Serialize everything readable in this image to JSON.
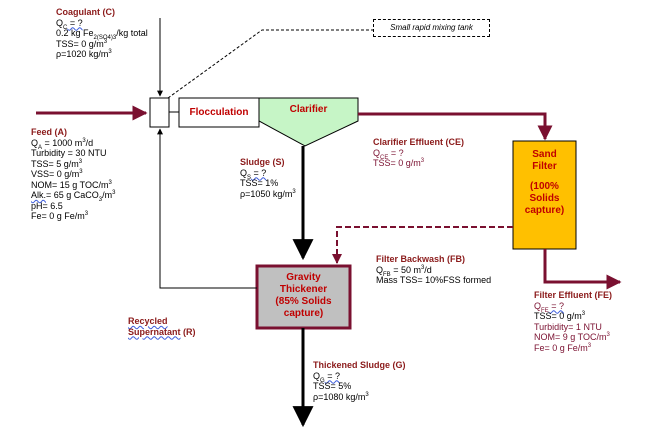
{
  "coagulant": {
    "title": "Coagulant (C)",
    "q": "Q",
    "q_sub": "C",
    "q_val": " = ?",
    "line2": "0.2 kg Fe",
    "line2_formula": "2(SO4)3",
    "line2_tail": "/kg total",
    "tss": "TSS= 0 g/m",
    "tss_sup": "3",
    "rho": "ρ=1020 kg/m",
    "rho_sup": "3"
  },
  "mixing_tank": {
    "label": "Small rapid mixing tank"
  },
  "flocculation": {
    "label": "Flocculation"
  },
  "clarifier": {
    "label": "Clarifier"
  },
  "feed": {
    "title": "Feed (A)",
    "q": "Q",
    "q_sub": "A",
    "q_val": " = 1000 m",
    "q_sup": "3",
    "q_tail": "/d",
    "turbidity": "Turbidity = 30 NTU",
    "tss": "TSS= 5 g/m",
    "tss_sup": "3",
    "vss": "VSS= 0 g/m",
    "vss_sup": "3",
    "nom": "NOM= 15 g TOC/m",
    "nom_sup": "3",
    "alk": "Alk.",
    "alk_tail": "= 65 g CaCO",
    "alk_sub": "3",
    "alk_end": "/m",
    "alk_sup": "3",
    "ph": "pH= 6.5",
    "fe": "Fe= 0 g Fe/m",
    "fe_sup": "3"
  },
  "sludge": {
    "title": "Sludge (S)",
    "q": "Q",
    "q_sub": "S",
    "q_val": " = ?",
    "tss": "TSS= 1%",
    "rho": "ρ=1050 kg/m",
    "rho_sup": "3"
  },
  "clarifier_effluent": {
    "title": "Clarifier Effluent (CE)",
    "q": "Q",
    "q_sub": "CE",
    "q_val": " = ?",
    "tss": "TSS= 0 g/m",
    "tss_sup": "3"
  },
  "sand_filter": {
    "line1": "Sand",
    "line2": "Filter",
    "line3": "(100%",
    "line4": "Solids",
    "line5": "capture)"
  },
  "filter_backwash": {
    "title": "Filter Backwash (FB)",
    "q": "Q",
    "q_sub": "FB",
    "q_val": " = 50 m",
    "q_sup": "3",
    "q_tail": "/d",
    "mass": "Mass TSS= 10%FSS formed"
  },
  "thickener": {
    "line1": "Gravity",
    "line2": "Thickener",
    "line3": "(85% Solids",
    "line4": "capture)"
  },
  "filter_effluent": {
    "title": "Filter Effluent (FE)",
    "q": "Q",
    "q_sub": "FE",
    "q_val": " = ?",
    "tss": "TSS= 0 g/m",
    "tss_sup": "3",
    "turbidity": "Turbidity= 1 NTU",
    "nom": "NOM= 9 g TOC/m",
    "nom_sup": "3",
    "fe": "Fe= 0 g Fe/m",
    "fe_sup": "3"
  },
  "recycled": {
    "line1": "Recycled",
    "line2": "Supernatant",
    "tail": " (R)"
  },
  "thickened_sludge": {
    "title": "Thickened Sludge (G)",
    "q": "Q",
    "q_sub": "G",
    "q_val": " = ?",
    "tss": "TSS= 5%",
    "rho": "ρ=1080 kg/m",
    "rho_sup": "3"
  },
  "colors": {
    "maroon": "#7a1030",
    "clarifier_green": "#c6f5c6",
    "filter_orange": "#ffc000",
    "thickener_gray": "#c0c0c0"
  }
}
